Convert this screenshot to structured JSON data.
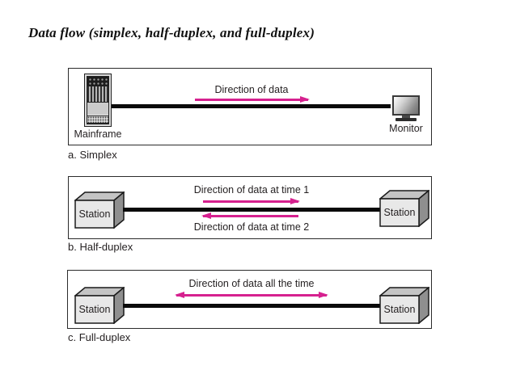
{
  "title": "Data flow (simplex, half-duplex, and full-duplex)",
  "colors": {
    "arrow_pink": "#D6218F",
    "line_black": "#0A0A0A",
    "text_dark": "#231F20",
    "station_front": "#E8E8E8",
    "station_top": "#C4C4C4",
    "station_side": "#8F8F8F",
    "background": "#FFFFFF"
  },
  "icons": {
    "mainframe": "mainframe-tower-icon",
    "monitor": "crt-monitor-icon",
    "station": "station-3d-box-icon",
    "arrow_right": "right-arrow",
    "arrow_left": "left-arrow",
    "arrow_double": "double-headed-arrow"
  },
  "panels": {
    "simplex": {
      "caption": "a. Simplex",
      "left_device": "Mainframe",
      "right_device": "Monitor",
      "arrow_label": "Direction of data",
      "arrow_direction": "right"
    },
    "half_duplex": {
      "caption": "b. Half-duplex",
      "left_device": "Station",
      "right_device": "Station",
      "arrow1_label": "Direction of data at time 1",
      "arrow1_direction": "right",
      "arrow2_label": "Direction of data at time 2",
      "arrow2_direction": "left"
    },
    "full_duplex": {
      "caption": "c. Full-duplex",
      "left_device": "Station",
      "right_device": "Station",
      "arrow_label": "Direction of data all the time",
      "arrow_direction": "both"
    }
  }
}
